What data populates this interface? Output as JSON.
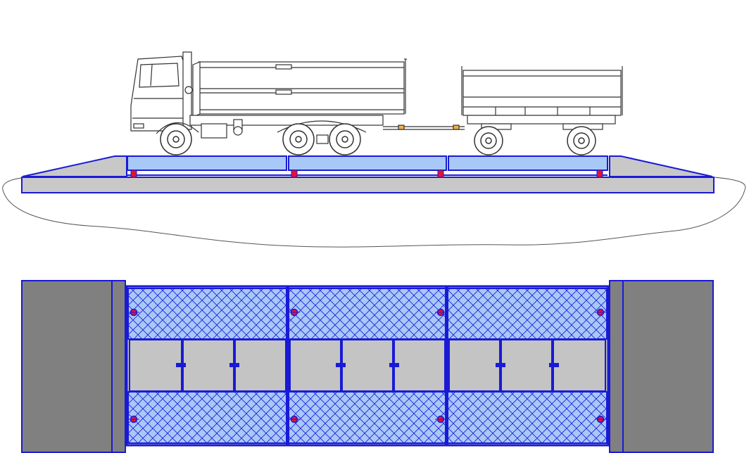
{
  "colors": {
    "background": "#ffffff",
    "outline_blue": "#1a1ad6",
    "deck_blue": "#a8c8f8",
    "deck_hatch_blue": "#93b9f2",
    "ramp_gray": "#c8c8c8",
    "concrete_gray": "#808080",
    "module_gray": "#c4c4c4",
    "load_cell_red": "#e8102a",
    "truck_line": "#333333"
  },
  "diagram": {
    "side_view": {
      "vehicles": [
        "dump-truck",
        "trailer"
      ],
      "platform_sections": 3,
      "load_cells": 4
    },
    "top_view": {
      "deck_sections": 3,
      "load_cells": 8,
      "cross_beam_bolts": 6
    }
  }
}
